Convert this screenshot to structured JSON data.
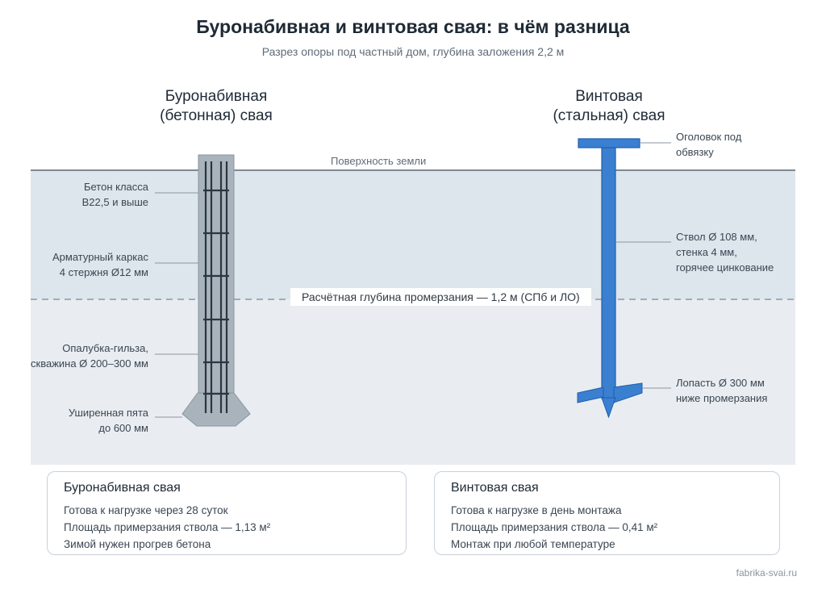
{
  "title": "Буронабивная и винтовая свая: в чём разница",
  "subtitle": "Разрез опоры под частный дом, глубина заложения 2,2 м",
  "left_column": {
    "title_line1": "Буронабивная",
    "title_line2": "(бетонная) свая",
    "labels": {
      "concrete": [
        "Бетон класса",
        "В22,5 и выше"
      ],
      "rebar": [
        "Арматурный каркас",
        "4 стержня Ø12 мм"
      ],
      "formwork": [
        "Опалубка-гильза,",
        "скважина Ø 200–300 мм"
      ],
      "heel": [
        "Уширенная пята",
        "до 600 мм"
      ]
    }
  },
  "right_column": {
    "title_line1": "Винтовая",
    "title_line2": "(стальная) свая",
    "labels": {
      "cap": [
        "Оголовок под",
        "обвязку"
      ],
      "shaft": [
        "Ствол Ø 108 мм,",
        "стенка 4 мм,",
        "горячее цинкование"
      ],
      "blade": [
        "Лопасть Ø 300 мм",
        "ниже промерзания"
      ]
    }
  },
  "ground_surface_label": "Поверхность земли",
  "frost_line_label": "Расчётная глубина промерзания — 1,2 м (СПб и ЛО)",
  "cards": {
    "bored": {
      "title": "Буронабивная свая",
      "lines": [
        "Готова к нагрузке через 28 суток",
        "Площадь примерзания ствола — 1,13 м²",
        "Зимой нужен прогрев бетона"
      ]
    },
    "screw": {
      "title": "Винтовая свая",
      "lines": [
        "Готова к нагрузке в день монтажа",
        "Площадь примерзания ствола — 0,41 м²",
        "Монтаж при любой температуре"
      ]
    }
  },
  "footer": "fabrika-svai.ru",
  "colors": {
    "frozen_soil": "#dde6ed",
    "deep_soil": "#e9edf1",
    "concrete": "#a9b3bc",
    "rebar": "#2c3640",
    "steel": "#3b7fd0",
    "steel_dark": "#1f5fae"
  }
}
